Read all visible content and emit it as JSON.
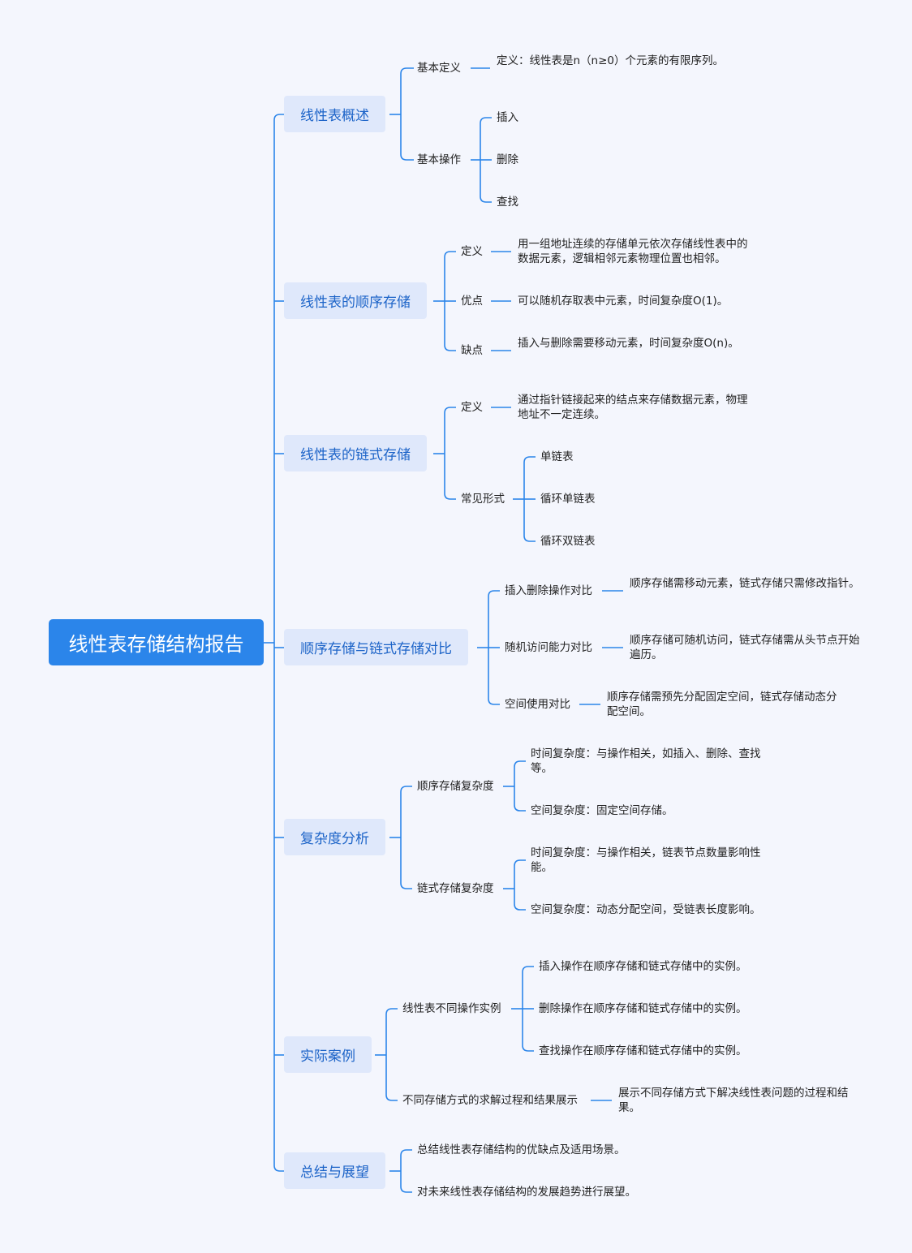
{
  "root": "线性表存储结构报告",
  "colors": {
    "line": "#2b85ea",
    "root_bg": "#2b85ea",
    "branch_bg": "#dfe8fb",
    "branch_text": "#1d64c8",
    "background": "#f4f6fd"
  },
  "sections": {
    "overview": {
      "label": "线性表概述",
      "basic_def": {
        "label": "基本定义",
        "text": "定义：线性表是n（n≥0）个元素的有限序列。"
      },
      "basic_ops": {
        "label": "基本操作",
        "items": [
          "插入",
          "删除",
          "查找"
        ]
      }
    },
    "sequential": {
      "label": "线性表的顺序存储",
      "definition": {
        "label": "定义",
        "text": "用一组地址连续的存储单元依次存储线性表中的数据元素，逻辑相邻元素物理位置也相邻。"
      },
      "advantage": {
        "label": "优点",
        "text": "可以随机存取表中元素，时间复杂度O(1)。"
      },
      "disadvantage": {
        "label": "缺点",
        "text": "插入与删除需要移动元素，时间复杂度O(n)。"
      }
    },
    "linked": {
      "label": "线性表的链式存储",
      "definition": {
        "label": "定义",
        "text": "通过指针链接起来的结点来存储数据元素，物理地址不一定连续。"
      },
      "forms": {
        "label": "常见形式",
        "items": [
          "单链表",
          "循环单链表",
          "循环双链表"
        ]
      }
    },
    "compare": {
      "label": "顺序存储与链式存储对比",
      "insert_delete": {
        "label": "插入删除操作对比",
        "text": "顺序存储需移动元素，链式存储只需修改指针。"
      },
      "random_access": {
        "label": "随机访问能力对比",
        "text": "顺序存储可随机访问，链式存储需从头节点开始遍历。"
      },
      "space_usage": {
        "label": "空间使用对比",
        "text": "顺序存储需预先分配固定空间，链式存储动态分配空间。"
      }
    },
    "complexity": {
      "label": "复杂度分析",
      "sequential": {
        "label": "顺序存储复杂度",
        "time": "时间复杂度：与操作相关，如插入、删除、查找等。",
        "space": "空间复杂度：固定空间存储。"
      },
      "linked": {
        "label": "链式存储复杂度",
        "time": "时间复杂度：与操作相关，链表节点数量影响性能。",
        "space": "空间复杂度：动态分配空间，受链表长度影响。"
      }
    },
    "cases": {
      "label": "实际案例",
      "ops": {
        "label": "线性表不同操作实例",
        "items": [
          "插入操作在顺序存储和链式存储中的实例。",
          "删除操作在顺序存储和链式存储中的实例。",
          "查找操作在顺序存储和链式存储中的实例。"
        ]
      },
      "process": {
        "label": "不同存储方式的求解过程和结果展示",
        "text": "展示不同存储方式下解决线性表问题的过程和结果。"
      }
    },
    "summary": {
      "label": "总结与展望",
      "items": [
        "总结线性表存储结构的优缺点及适用场景。",
        "对未来线性表存储结构的发展趋势进行展望。"
      ]
    }
  }
}
